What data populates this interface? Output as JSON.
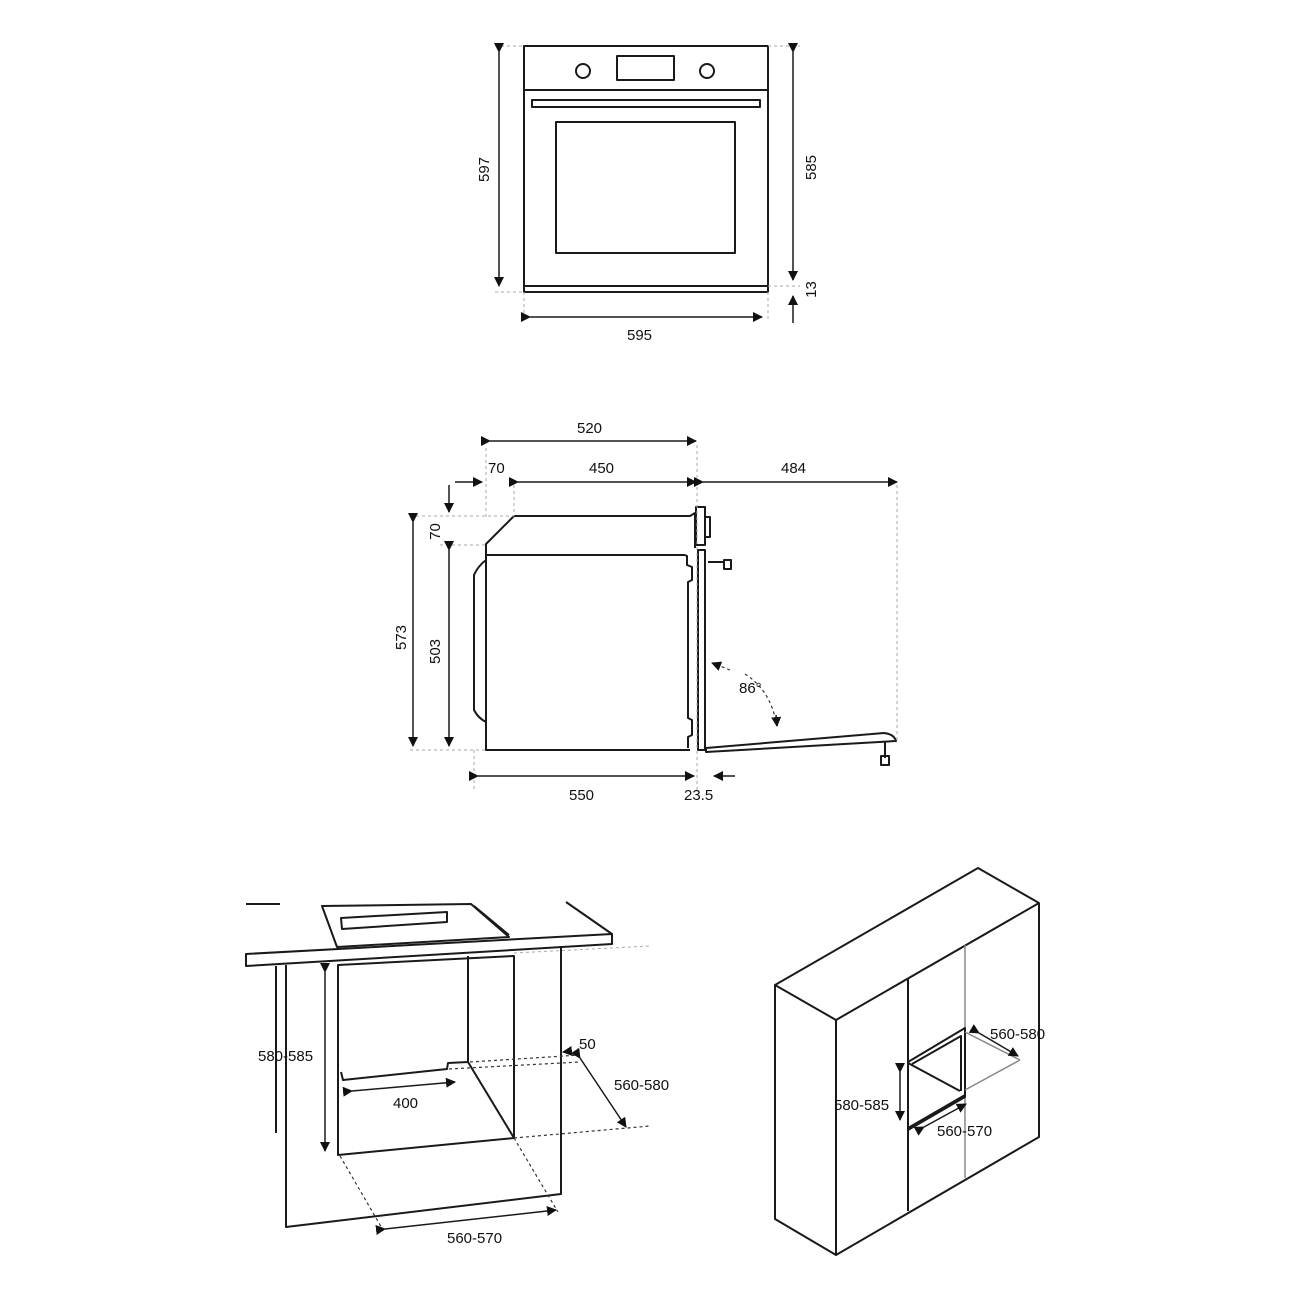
{
  "front_view": {
    "width_label": "595",
    "height_label": "597",
    "body_height_label": "585",
    "base_offset_label": "13"
  },
  "side_view": {
    "depth_top_label": "520",
    "top_recess_label": "70",
    "body_depth_label": "450",
    "door_open_reach_label": "484",
    "top_step_height_label": "70",
    "total_height_label": "573",
    "body_height_label": "503",
    "door_angle_label": "86°",
    "base_depth_label": "550",
    "door_thickness_label": "23.5"
  },
  "undercounter_install": {
    "niche_height_label": "580-585",
    "vent_opening_label": "400",
    "rear_gap_label": "50",
    "niche_depth_label": "560-580",
    "niche_width_label": "560-570"
  },
  "column_install": {
    "niche_depth_label": "560-580",
    "niche_height_label": "580-585",
    "niche_width_label": "560-570"
  }
}
